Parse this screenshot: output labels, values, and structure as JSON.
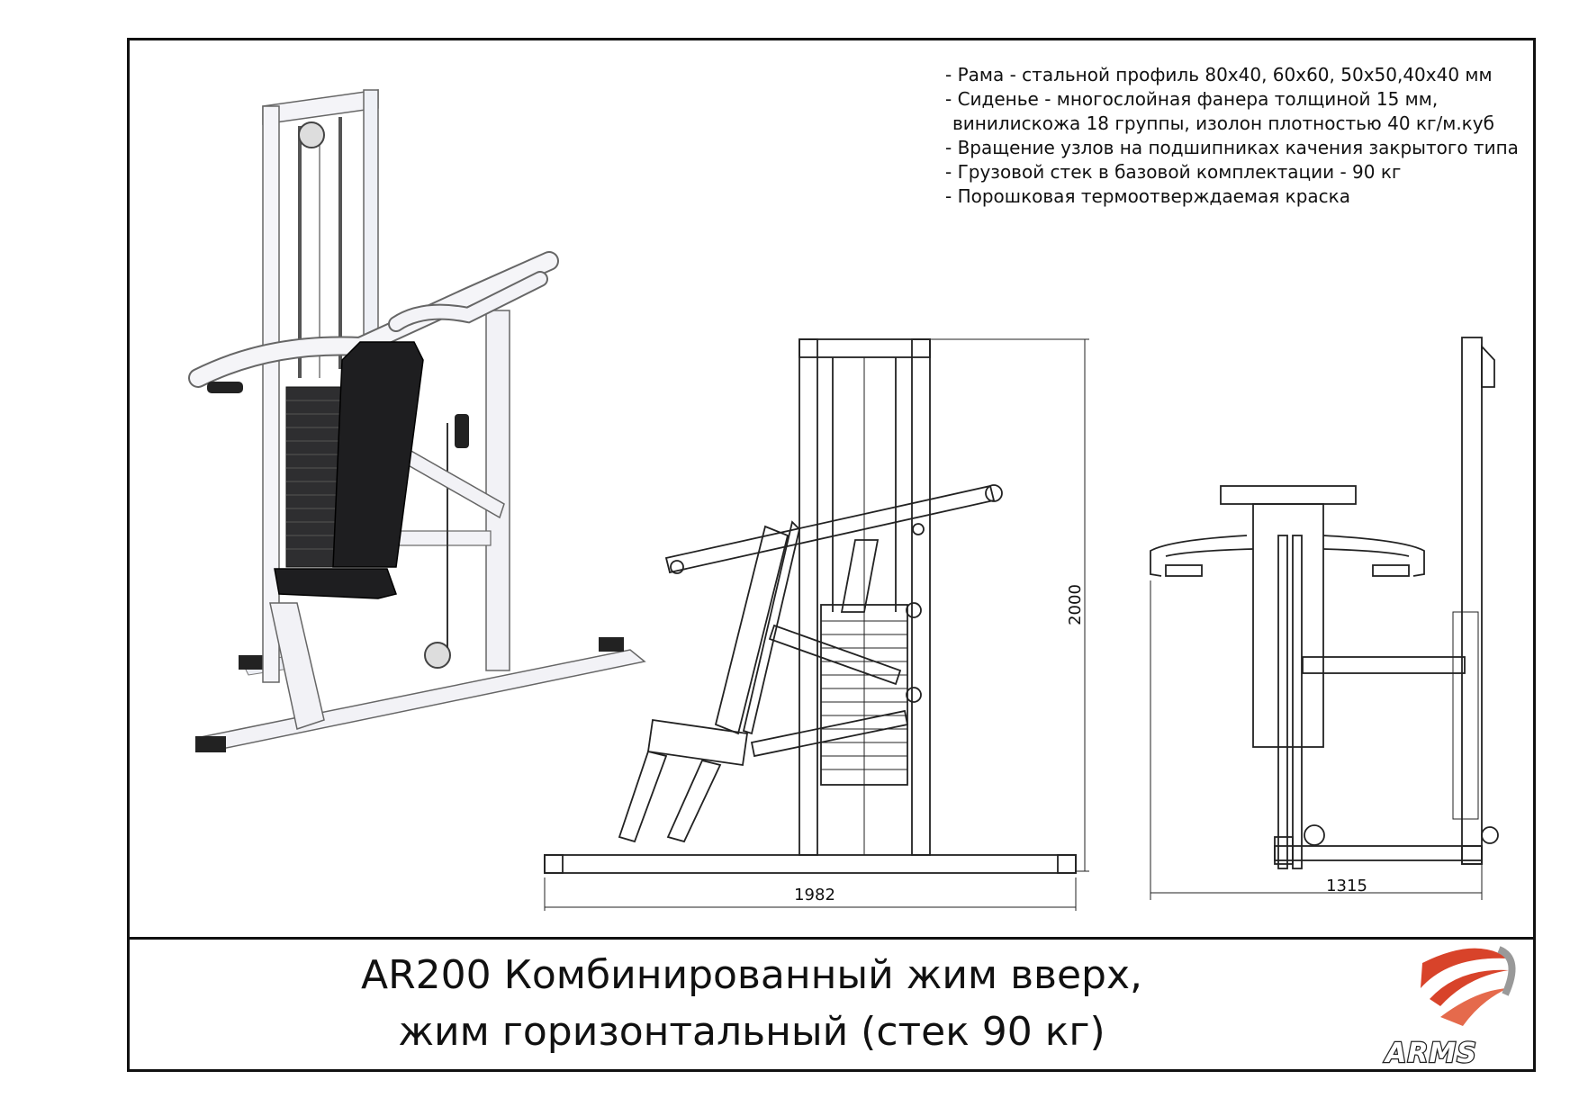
{
  "specs": [
    "- Рама - стальной профиль 80х40, 60х60, 50х50,40х40 мм",
    "- Сиденье - многослойная фанера толщиной 15 мм,",
    "винилискожа 18 группы, изолон плотностью 40 кг/м.куб",
    "- Вращение узлов на подшипниках качения закрытого типа",
    "- Грузовой стек в базовой комплектации -  90 кг",
    "- Порошковая термоотверждаемая краска"
  ],
  "dimensions": {
    "height": "2000",
    "length": "1982",
    "width": "1315"
  },
  "title": {
    "line1": "AR200 Комбинированный жим вверх,",
    "line2": "жим горизонтальный (стек 90 кг)"
  },
  "logo": {
    "text": "ARMS",
    "accent_color": "#d8432a",
    "swoosh_color": "#999999"
  }
}
